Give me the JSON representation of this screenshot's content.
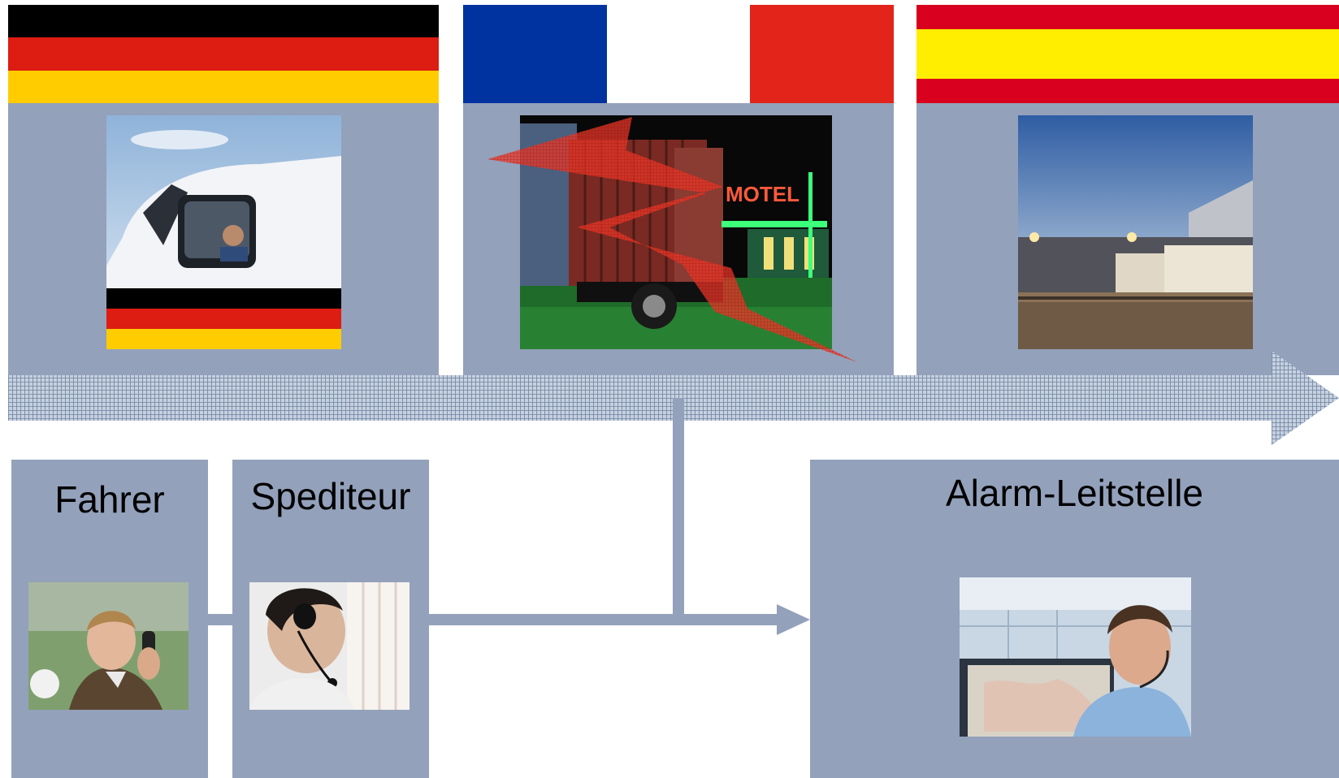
{
  "countries": [
    {
      "id": "de",
      "name": "Germany",
      "flag_colors": [
        "#000000",
        "#dd1c12",
        "#ffcc00"
      ],
      "photo": "truck-driver-photo"
    },
    {
      "id": "fr",
      "name": "France",
      "flag_colors": [
        "#0033a0",
        "#ffffff",
        "#e3241b"
      ],
      "photo": "night-motel-truck-photo",
      "alert": "red-lightning-icon"
    },
    {
      "id": "es",
      "name": "Spain",
      "flag_colors": [
        "#d8001e",
        "#ffee00",
        "#d8001e"
      ],
      "flag_ratio": [
        1,
        2,
        1
      ],
      "photo": "warehouse-dock-photo"
    }
  ],
  "route_arrow": {
    "icon": "timeline-arrow",
    "color": "#6b83a3"
  },
  "actors": [
    {
      "id": "driver",
      "label": "Fahrer",
      "photo": "driver-phone-photo"
    },
    {
      "id": "forwarder",
      "label": "Spediteur",
      "photo": "headset-agent-photo"
    },
    {
      "id": "alarm_center",
      "label": "Alarm-Leitstelle",
      "photo": "control-room-operator-photo"
    }
  ],
  "connector": {
    "color": "#93a1bb",
    "icon": "connector-arrow"
  }
}
